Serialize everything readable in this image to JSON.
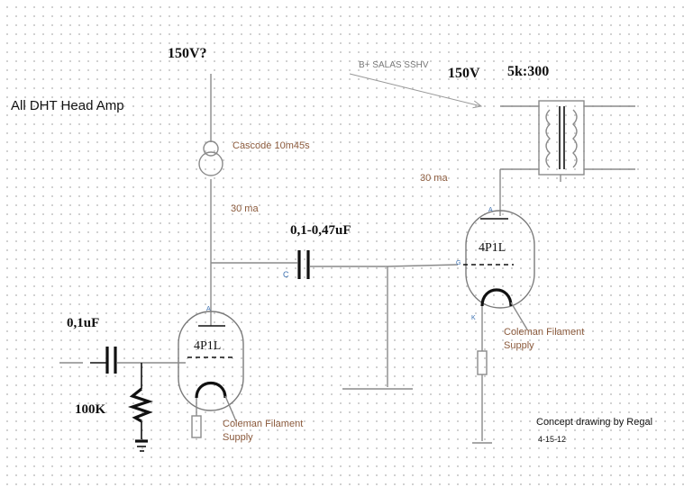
{
  "title": "All DHT  Head Amp",
  "labels": {
    "supply_left": "150V?",
    "supply_right": "150V",
    "bplus": "B+  SALAS SSHV",
    "transformer": "5k:300",
    "cascode": "Cascode 10m45s",
    "current_left": "30 ma",
    "current_right": "30 ma",
    "coupling_cap": "0,1-0,47uF",
    "input_cap": "0,1uF",
    "grid_resistor": "100K",
    "tube_left": "4P1L",
    "tube_right": "4P1L",
    "filament_left_line1": "Coleman Filament",
    "filament_left_line2": "Supply",
    "filament_right_line1": "Coleman Filament",
    "filament_right_line2": "Supply",
    "credit": "Concept drawing by Regal",
    "date": "4-15-12",
    "pin_a_left": "A",
    "pin_a_right": "A",
    "pin_g_right": "G",
    "pin_k_right": "K",
    "pin_c": "C"
  },
  "colors": {
    "wire": "#8a8a8a",
    "component": "#111111",
    "annotation_brown": "#8b5a3c",
    "annotation_grey": "#777777",
    "pin_blue": "#3a6fb0"
  }
}
